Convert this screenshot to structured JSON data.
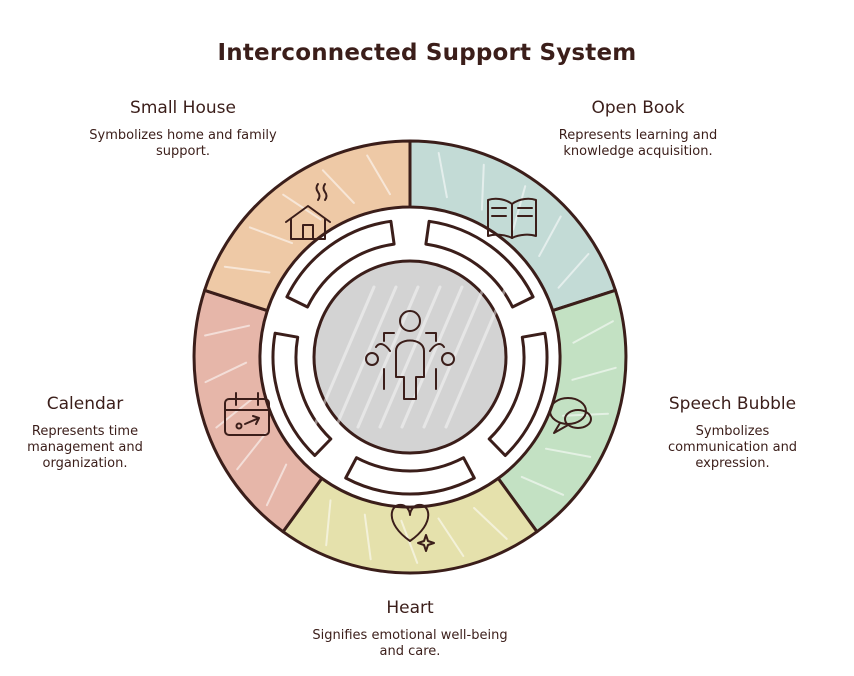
{
  "title": "Interconnected Support System",
  "segments": [
    {
      "heading": "Small House",
      "description": "Symbolizes home and family support.",
      "color": "#c3dbd6",
      "icon": "house-icon"
    },
    {
      "heading": "Open Book",
      "description": "Represents learning and knowledge acquisition.",
      "color": "#c3e1c3",
      "icon": "book-icon"
    },
    {
      "heading": "Speech Bubble",
      "description": "Symbolizes communication and expression.",
      "color": "#e5e1ac",
      "icon": "speech-bubble-icon"
    },
    {
      "heading": "Heart",
      "description": "Signifies emotional well-being and care.",
      "color": "#e6b6a9",
      "icon": "heart-icon"
    },
    {
      "heading": "Calendar",
      "description": "Represents time management and organization.",
      "color": "#eec9a6",
      "icon": "calendar-icon"
    }
  ],
  "center": {
    "icon": "people-group-icon",
    "color": "#d3d3d3"
  },
  "colors": {
    "stroke": "#3b1e1a",
    "text": "#3b1e1a",
    "background": "#ffffff"
  }
}
